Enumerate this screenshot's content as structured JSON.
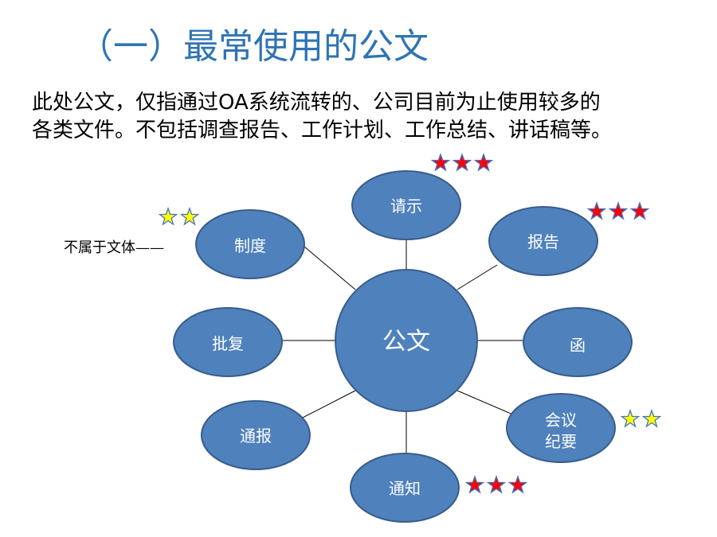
{
  "slide": {
    "title": "（一）最常使用的公文",
    "paragraph": [
      "此处公文，仅指通过OA系统流转的、公司目前为止使用较多的",
      "各类文件。不包括调查报告、工作计划、工作总结、讲话稿等。"
    ],
    "note": "不属于文体——"
  },
  "diagram": {
    "center": "公文",
    "nodes": {
      "qingshi": {
        "label": "请示",
        "stars": 3,
        "star_color": "red"
      },
      "baogao": {
        "label": "报告",
        "stars": 3,
        "star_color": "red"
      },
      "han": {
        "label": "函"
      },
      "huiyi": {
        "label_line1": "会议",
        "label_line2": "纪要",
        "stars": 2,
        "star_color": "yellow"
      },
      "tongzhi": {
        "label": "通知",
        "stars": 3,
        "star_color": "red"
      },
      "tongbao": {
        "label": "通报"
      },
      "pifu": {
        "label": "批复"
      },
      "zhidu": {
        "label": "制度",
        "stars": 2,
        "star_color": "yellow"
      }
    },
    "colors": {
      "node_fill": "#4F81BD",
      "node_stroke": "#385D8A",
      "star_red": "#FF0000",
      "star_yellow": "#FFFF00",
      "star_stroke": "#4472C4",
      "title": "#2E74B5"
    }
  }
}
